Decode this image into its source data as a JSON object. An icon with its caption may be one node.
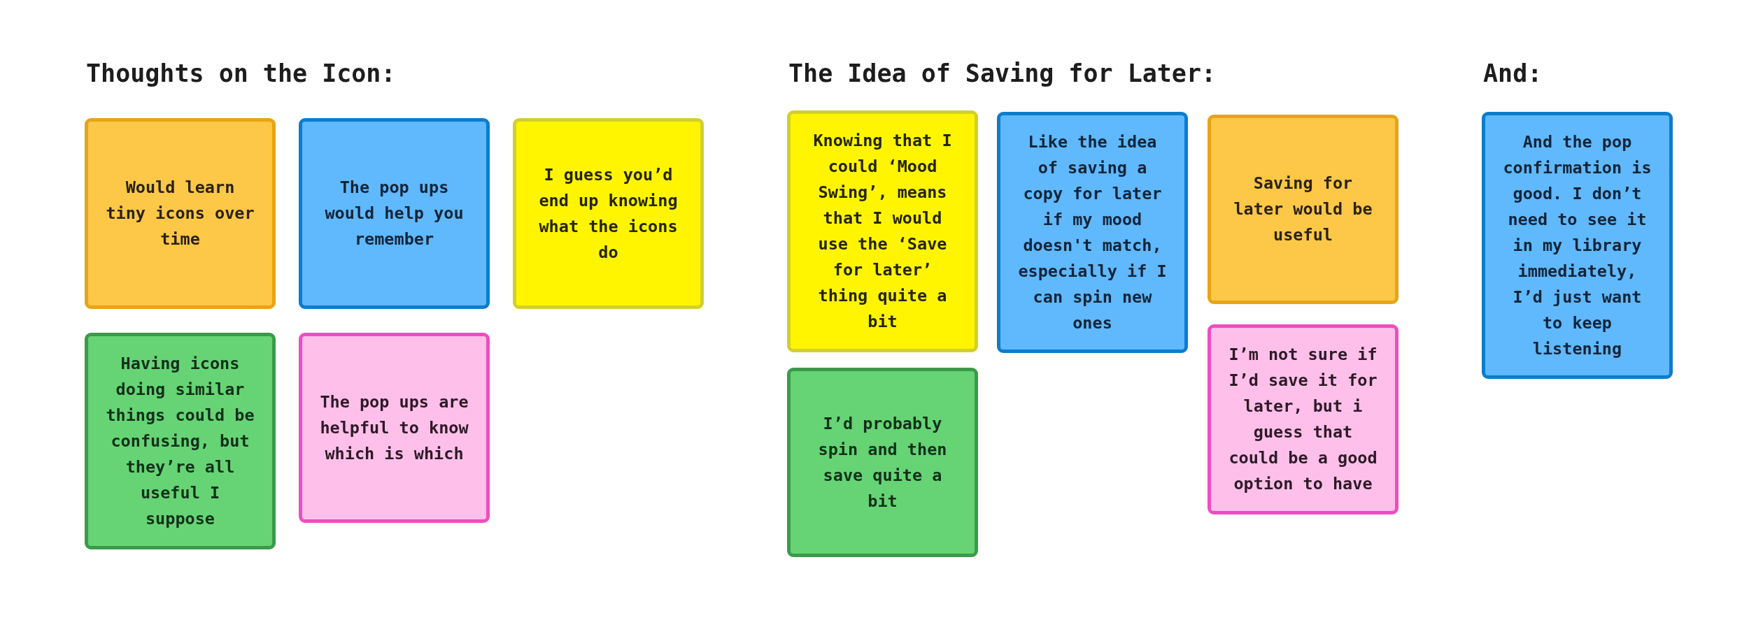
{
  "diagram": {
    "nodes": [
      {
        "text": [
          "Would learn tiny icons over time"
        ]
      },
      {
        "text": [
          "The pop ups would help you remember"
        ]
      },
      {
        "text": [
          "I guess you’d end up knowing what the icons do"
        ]
      },
      {
        "text": [
          "Having icons doing similar things could be confusing, but they’re all useful I suppose"
        ]
      },
      {
        "text": [
          "The pop ups are helpful to know which is which"
        ]
      },
      {
        "text": [
          "Knowing that I could ‘Mood Swing’, means that I would use the ‘Save for later’ thing quite a bit"
        ]
      },
      {
        "text": [
          "Like the idea of saving a copy for later if my mood doesn't match, especially if I can spin new ones"
        ]
      },
      {
        "text": [
          "Saving for later would be useful"
        ]
      },
      {
        "text": [
          "I’d probably spin and then save quite a bit"
        ]
      },
      {
        "text": [
          "I’m not sure if I’d save it for later, but i guess that could be a good option to have"
        ]
      },
      {
        "text": [
          "And the pop confirmation is good. I don’t need to see it in my library immediately, I’d just want to keep listening"
        ]
      }
    ],
    "labels": [
      "Thoughts on the Icon:",
      "The Idea of Saving for Later:",
      "And:"
    ]
  }
}
